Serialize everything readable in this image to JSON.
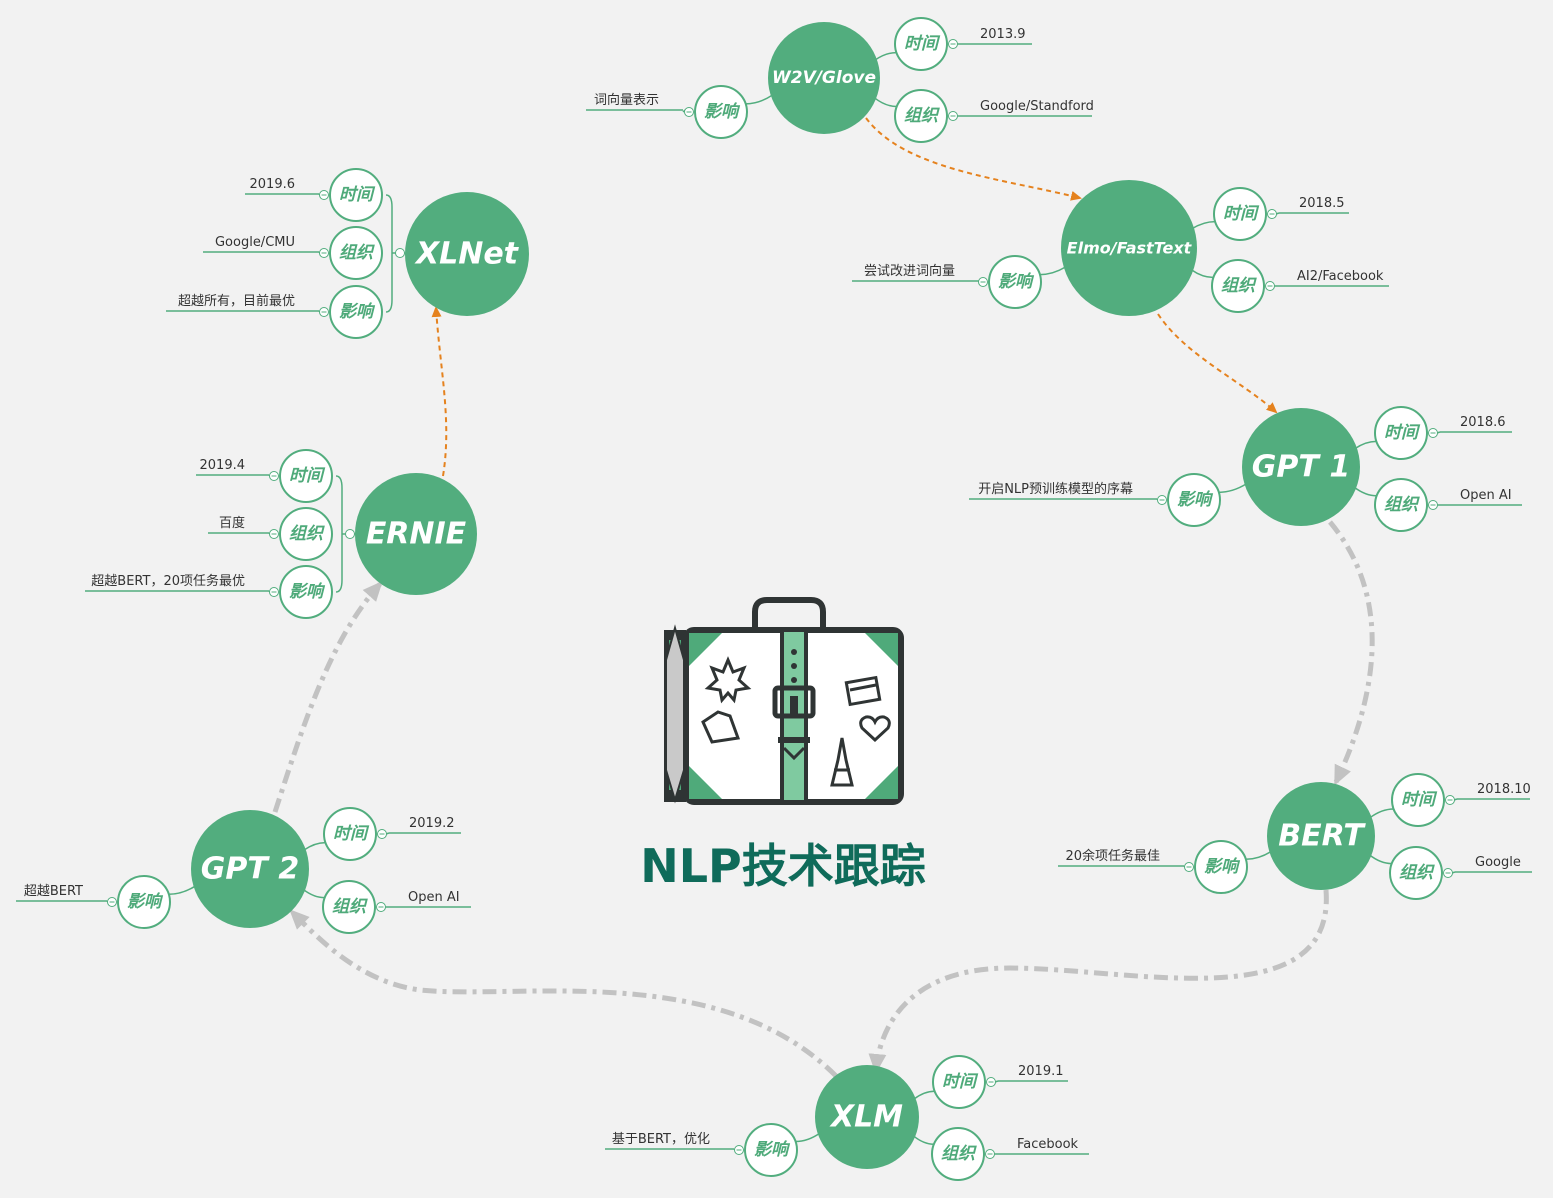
{
  "title": "NLP技术跟踪",
  "colors": {
    "node": "#52ad7e",
    "attr_stroke": "#52ad7e",
    "leaf_line": "#52ad7e",
    "title": "#0f6b5a",
    "arrow_orange": "#e5821e",
    "arrow_gray": "#c2c2c2",
    "background": "#f2f2f2"
  },
  "models": [
    {
      "name": "W2V/Glove",
      "time": "2013.9",
      "org": "Google/Standford",
      "impact": "词向量表示"
    },
    {
      "name": "Elmo/FastText",
      "time": "2018.5",
      "org": "AI2/Facebook",
      "impact": "尝试改进词向量"
    },
    {
      "name": "GPT 1",
      "time": "2018.6",
      "org": "Open AI",
      "impact": "开启NLP预训练模型的序幕"
    },
    {
      "name": "BERT",
      "time": "2018.10",
      "org": "Google",
      "impact": "20余项任务最佳"
    },
    {
      "name": "XLM",
      "time": "2019.1",
      "org": "Facebook",
      "impact": "基于BERT，优化"
    },
    {
      "name": "GPT 2",
      "time": "2019.2",
      "org": "Open AI",
      "impact": "超越BERT"
    },
    {
      "name": "ERNIE",
      "time": "2019.4",
      "org": "百度",
      "impact": "超越BERT，20项任务最优"
    },
    {
      "name": "XLNet",
      "time": "2019.6",
      "org": "Google/CMU",
      "impact": "超越所有，目前最优"
    }
  ],
  "labels": {
    "time": "时间",
    "org": "组织",
    "impact": "影响"
  },
  "icon": "suitcase-icon"
}
